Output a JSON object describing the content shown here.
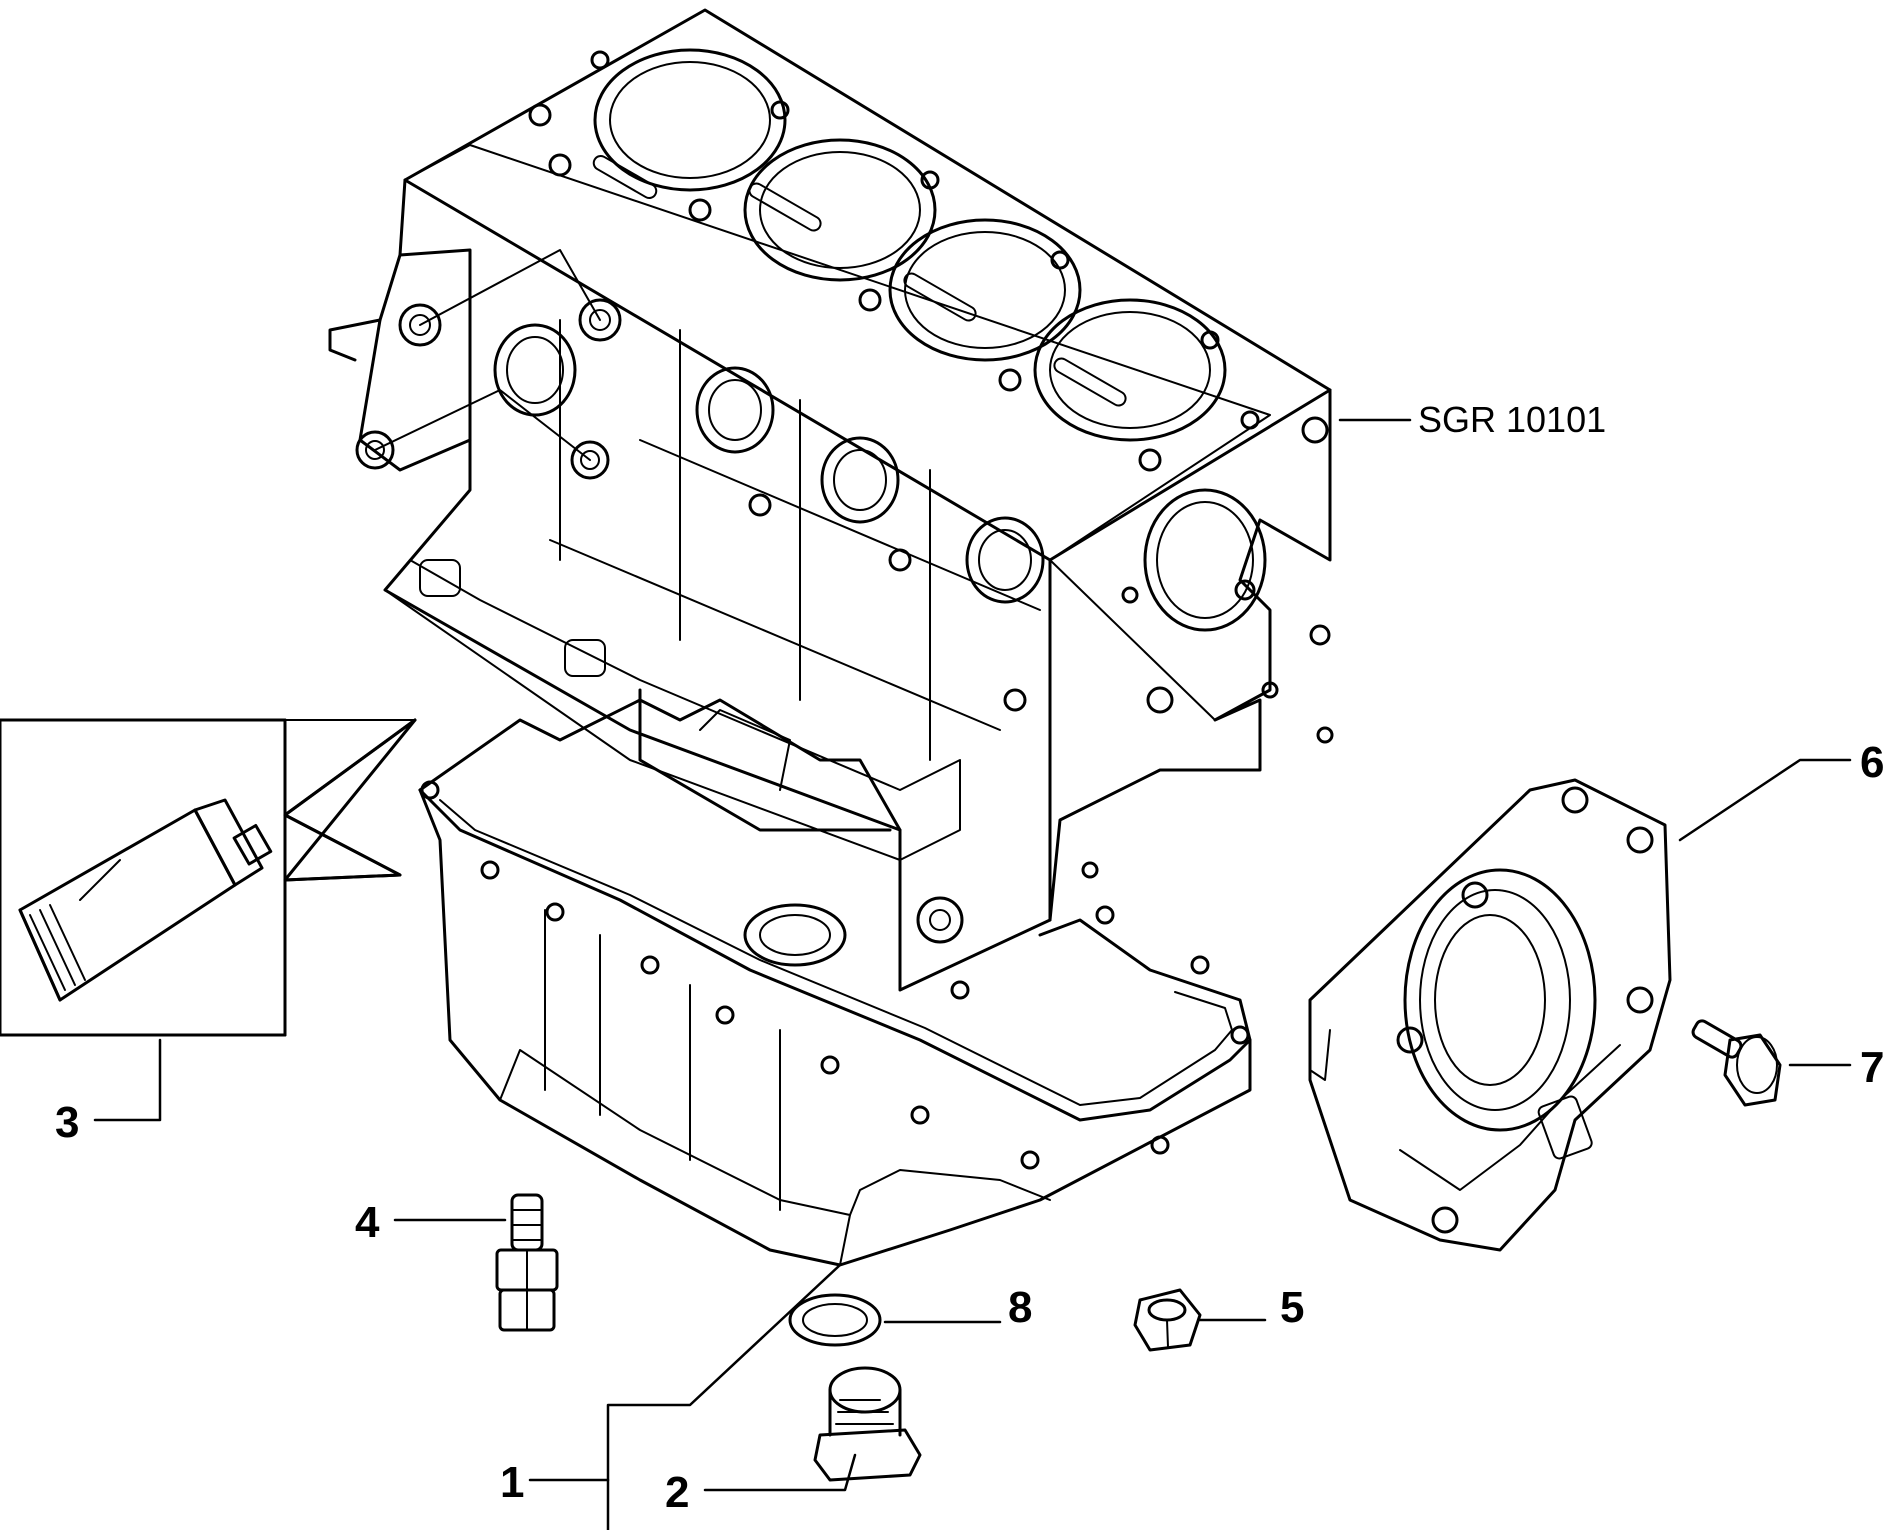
{
  "drawing": {
    "reference_code": "SGR 10101"
  },
  "callouts": [
    {
      "number": "1",
      "part": "oil-sump"
    },
    {
      "number": "2",
      "part": "drain-plug"
    },
    {
      "number": "3",
      "part": "sealant-tube"
    },
    {
      "number": "4",
      "part": "stud-bolt"
    },
    {
      "number": "5",
      "part": "nut"
    },
    {
      "number": "6",
      "part": "rear-seal-cover"
    },
    {
      "number": "7",
      "part": "bolt"
    },
    {
      "number": "8",
      "part": "sealing-washer"
    }
  ]
}
